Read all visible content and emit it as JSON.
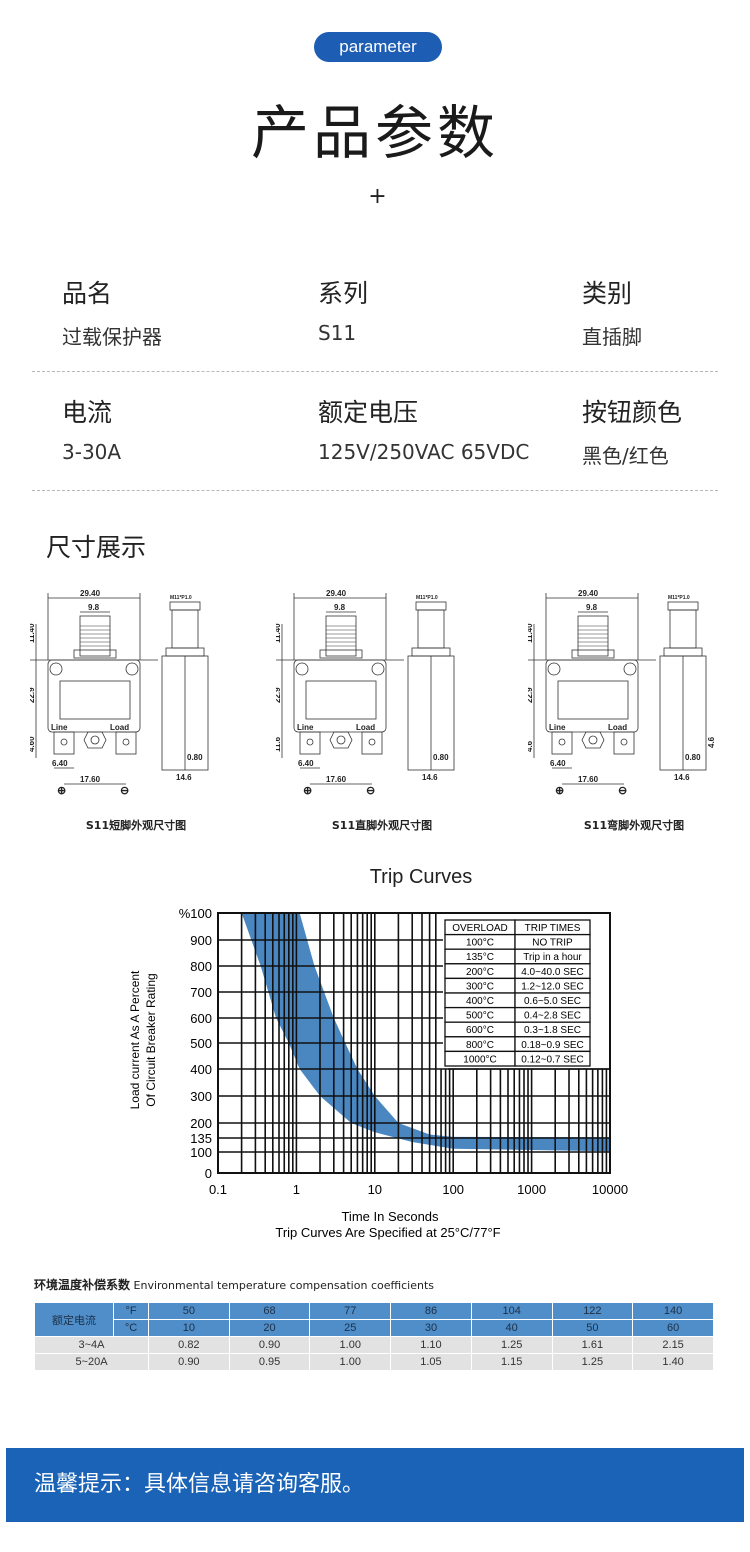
{
  "header": {
    "badge": "parameter",
    "title": "产品参数",
    "plus": "+"
  },
  "params": [
    {
      "label": "品名",
      "value": "过载保护器"
    },
    {
      "label": "系列",
      "value": "S11"
    },
    {
      "label": "类别",
      "value": "直插脚"
    },
    {
      "label": "电流",
      "value": "3-30A"
    },
    {
      "label": "额定电压",
      "value": "125V/250VAC 65VDC"
    },
    {
      "label": "按钮颜色",
      "value": "黑色/红色"
    }
  ],
  "dimensions": {
    "title": "尺寸展示",
    "diagrams": [
      {
        "caption": "S11短脚外观尺寸图",
        "width": "29.40",
        "button": "9.8",
        "h1": "11.40",
        "h2": "22.9",
        "h3": "4.60",
        "pin": "6.40",
        "pitch": "17.60",
        "thread": "M11*P1.0",
        "pin_t": "0.80",
        "depth": "14.6",
        "line": "Line",
        "load": "Load",
        "plus": "⊕",
        "minus": "⊖"
      },
      {
        "caption": "S11直脚外观尺寸图",
        "width": "29.40",
        "button": "9.8",
        "h1": "11.40",
        "h2": "22.9",
        "h3": "11.6",
        "pin": "6.40",
        "pitch": "17.60",
        "thread": "M11*P1.0",
        "pin_t": "0.80",
        "depth": "14.6",
        "line": "Line",
        "load": "Load",
        "plus": "⊕",
        "minus": "⊖"
      },
      {
        "caption": "S11弯脚外观尺寸图",
        "width": "29.40",
        "button": "9.8",
        "h1": "11.40",
        "h2": "22.9",
        "h3": "4.6",
        "pin": "6.40",
        "pitch": "17.60",
        "thread": "M11*P1.0",
        "pin_t": "0.80",
        "depth": "14.6",
        "side_h": "4.6",
        "line": "Line",
        "load": "Load",
        "plus": "⊕",
        "minus": "⊖"
      }
    ]
  },
  "chart_data": {
    "type": "area",
    "title": "Trip Curves",
    "xlabel": "Time In Seconds",
    "subtitle": "Trip Curves Are Specified at 25°C/77°F",
    "ylabel": [
      "Load current As A Percent",
      "Of Circuit Breaker Rating"
    ],
    "xscale": "log",
    "xlim": [
      0.1,
      10000
    ],
    "xticks": [
      "0.1",
      "1",
      "10",
      "100",
      "1000",
      "10000"
    ],
    "yticks": [
      {
        "v": 0,
        "l": "0"
      },
      {
        "v": 100,
        "l": "100"
      },
      {
        "v": 135,
        "l": "135"
      },
      {
        "v": 200,
        "l": "200"
      },
      {
        "v": 300,
        "l": "300"
      },
      {
        "v": 400,
        "l": "400"
      },
      {
        "v": 500,
        "l": "500"
      },
      {
        "v": 600,
        "l": "600"
      },
      {
        "v": 700,
        "l": "700"
      },
      {
        "v": 800,
        "l": "800"
      },
      {
        "v": 900,
        "l": "900"
      },
      {
        "v": 1000,
        "l": "%100"
      }
    ],
    "band_color": "#4a86c0",
    "band_lower": [
      [
        0.2,
        1000
      ],
      [
        0.35,
        800
      ],
      [
        0.55,
        600
      ],
      [
        0.8,
        500
      ],
      [
        1.1,
        400
      ],
      [
        2,
        300
      ],
      [
        5,
        200
      ],
      [
        10,
        160
      ],
      [
        30,
        125
      ],
      [
        100,
        108
      ],
      [
        10000,
        102
      ]
    ],
    "band_upper": [
      [
        1.1,
        1000
      ],
      [
        1.7,
        800
      ],
      [
        3,
        600
      ],
      [
        4.2,
        500
      ],
      [
        6,
        400
      ],
      [
        10,
        300
      ],
      [
        20,
        200
      ],
      [
        50,
        150
      ],
      [
        100,
        140
      ],
      [
        10000,
        138
      ]
    ],
    "legend_table": {
      "headers": [
        "OVERLOAD",
        "TRIP TIMES"
      ],
      "rows": [
        [
          "100°C",
          "NO TRIP"
        ],
        [
          "135°C",
          "Trip in a hour"
        ],
        [
          "200°C",
          "4.0~40.0 SEC"
        ],
        [
          "300°C",
          "1.2~12.0 SEC"
        ],
        [
          "400°C",
          "0.6~5.0 SEC"
        ],
        [
          "500°C",
          "0.4~2.8 SEC"
        ],
        [
          "600°C",
          "0.3~1.8 SEC"
        ],
        [
          "800°C",
          "0.18~0.9 SEC"
        ],
        [
          "1000°C",
          "0.12~0.7 SEC"
        ]
      ]
    }
  },
  "temp_table": {
    "title_cn": "环境温度补偿系数",
    "title_en": "Environmental temperature compensation coefficients",
    "row_label": "额定电流",
    "unit_f": "°F",
    "unit_c": "°C",
    "f": [
      "50",
      "68",
      "77",
      "86",
      "104",
      "122",
      "140"
    ],
    "c": [
      "10",
      "20",
      "25",
      "30",
      "40",
      "50",
      "60"
    ],
    "rows": [
      {
        "label": "3~4A",
        "values": [
          "0.82",
          "0.90",
          "1.00",
          "1.10",
          "1.25",
          "1.61",
          "2.15"
        ]
      },
      {
        "label": "5~20A",
        "values": [
          "0.90",
          "0.95",
          "1.00",
          "1.05",
          "1.15",
          "1.25",
          "1.40"
        ]
      }
    ]
  },
  "footer": {
    "text": "温馨提示：具体信息请咨询客服。"
  }
}
